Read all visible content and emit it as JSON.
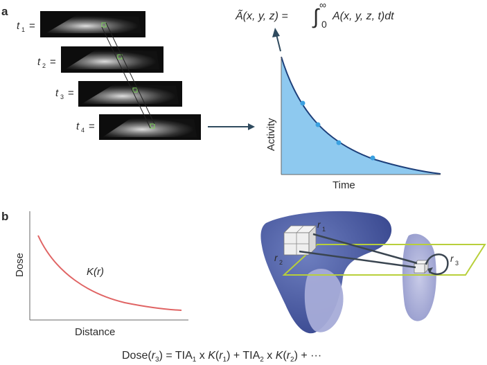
{
  "panel_a": {
    "label": "a",
    "frames": [
      {
        "t": "t",
        "sub": "1",
        "eq": "="
      },
      {
        "t": "t",
        "sub": "2",
        "eq": "="
      },
      {
        "t": "t",
        "sub": "3",
        "eq": "="
      },
      {
        "t": "t",
        "sub": "4",
        "eq": "="
      }
    ],
    "formula": {
      "lhs": "Ã(x, y, z) =",
      "integral": "∫",
      "lower": "0",
      "upper": "∞",
      "rhs": "A(x, y, z, t)dt"
    },
    "plot": {
      "ylabel": "Activity",
      "xlabel": "Time",
      "fill_color": "#8ec9ef",
      "curve_color": "#1d3f7a",
      "point_color": "#3aa0e0"
    }
  },
  "panel_b": {
    "label": "b",
    "plot": {
      "ylabel": "Dose",
      "xlabel": "Distance",
      "curve_label": "K(r)",
      "curve_color": "#e06464"
    },
    "anatomy": {
      "r1": {
        "base": "r",
        "sub": "1"
      },
      "r2": {
        "base": "r",
        "sub": "2"
      },
      "r3": {
        "base": "r",
        "sub": "3"
      }
    },
    "equation": {
      "p1": "Dose(",
      "p1_var": "r",
      "p1_sub": "3",
      "p2": ") = TIA",
      "p2_sub": "1",
      "p3": " x ",
      "p3_k": "K",
      "p3_open": "(",
      "p3_var": "r",
      "p3_sub": "1",
      "p4": ") + TIA",
      "p4_sub": "2",
      "p5": " x ",
      "p5_k": "K",
      "p5_open": "(",
      "p5_var": "r",
      "p5_sub": "2",
      "p6": ") + ···"
    }
  }
}
